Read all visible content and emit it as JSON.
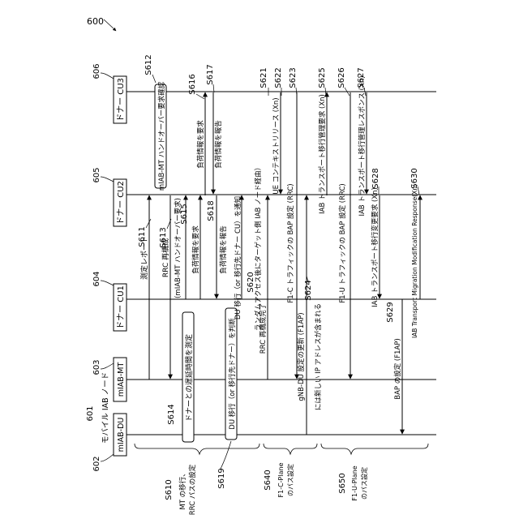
{
  "figure_number": "600",
  "nodes": {
    "cu3": {
      "ref": "606",
      "label": "ドナー CU3"
    },
    "cu2": {
      "ref": "605",
      "label": "ドナー CU2"
    },
    "cu1": {
      "ref": "604",
      "label": "ドナー CU1"
    },
    "mt": {
      "ref": "603",
      "label": "mIAB-MT"
    },
    "du": {
      "ref": "602",
      "label": "mIAB-DU"
    },
    "group": {
      "ref": "601",
      "label": "モバイル IAB ノード"
    }
  },
  "steps": {
    "s611": {
      "ref": "S611",
      "label": "測定レポート"
    },
    "s612": {
      "ref": "S612",
      "label": "mIAB-MT ハンドオーバー要求確認"
    },
    "s613": {
      "ref": "S613",
      "label": "RRC 再構成"
    },
    "s614": {
      "ref": "S614",
      "label": "ドナーとの遅延時間を測定"
    },
    "s615": {
      "ref": "S615",
      "label": "(mIAB-MT ハンドオーバー要求)"
    },
    "s615b": {
      "label": "負荷情報を要求"
    },
    "s616": {
      "ref": "S616",
      "label": "負荷情報を要求"
    },
    "s617": {
      "ref": "S617",
      "label": "負荷情報を報告"
    },
    "s618": {
      "ref": "S618",
      "label": "負荷情報を報告"
    },
    "s619": {
      "ref": "S619",
      "label": "DU 移行（or 移行先ドナー）を判断"
    },
    "s620": {
      "ref": "S620",
      "label": "DU 移行（or 移行先ドナー CU）を通知"
    },
    "rrc_complete": {
      "label": "RRC 再構成完了"
    },
    "s621": {
      "ref": "S621",
      "label": "ランダムアクセス後にターゲット側 IAB ノード経由）"
    },
    "s622": {
      "ref": "S622",
      "label": "UE コンテキストリリース (Xn)"
    },
    "s623": {
      "ref": "S623",
      "label": "F1-C トラフィックの BAP 設定 (RRC)"
    },
    "s624": {
      "ref": "S624",
      "label": "gNB-DU 設定の更新 (F1AP)"
    },
    "s624b": {
      "label": "には新しい IP アドレスが含まれる"
    },
    "s625": {
      "ref": "S625",
      "label": "IAB トランスポート移行管理要求 (Xn)"
    },
    "s626": {
      "ref": "S626",
      "label": "F1-U トラフィックの BAP 設定 (RRC)"
    },
    "s627": {
      "ref": "S627",
      "label": "IAB トランスポート移行管理レスポンス (Xn)"
    },
    "s628": {
      "ref": "S628",
      "label": "IAB トランスポート移行変更要求 (Xn)"
    },
    "s629": {
      "ref": "S629",
      "label": "BAP の設定 (F1AP)"
    },
    "s630": {
      "ref": "S630",
      "label": "IAB Transport Migration Modification Response(Xn)"
    }
  },
  "phases": {
    "p610": {
      "ref": "S610",
      "line1": "MT の移行、",
      "line2": "RRC パスの設定"
    },
    "p640": {
      "ref": "S640",
      "line1": "F1-C-Plane",
      "line2": "のパス設定"
    },
    "p650": {
      "ref": "S650",
      "line1": "F1-U-Plane",
      "line2": "のパス設定"
    }
  }
}
